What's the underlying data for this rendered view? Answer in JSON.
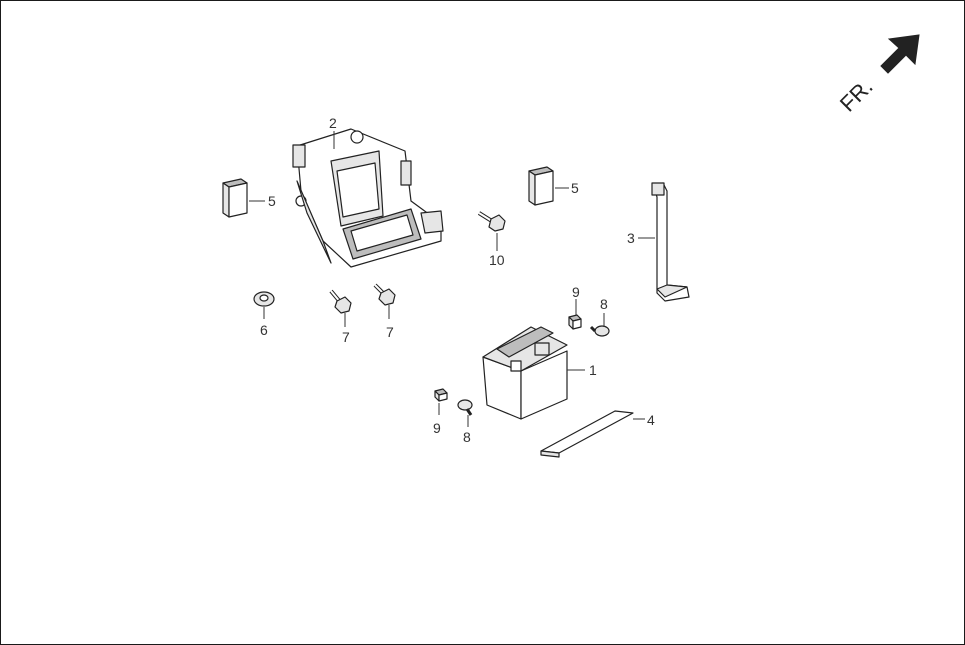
{
  "orientation": {
    "label": "FR."
  },
  "labels": {
    "battery": "1",
    "battery_box": "2",
    "strap": "3",
    "pad": "4",
    "foam_left": "5",
    "foam_right": "5",
    "grommet": "6",
    "bolt_a": "7",
    "bolt_b": "7",
    "screw_top": "8",
    "screw_bottom": "8",
    "nut_top": "9",
    "nut_bottom": "9",
    "bolt_long": "10"
  },
  "colors": {
    "line": "#222222",
    "shade": "#bdbdbd",
    "light": "#e6e6e6"
  }
}
